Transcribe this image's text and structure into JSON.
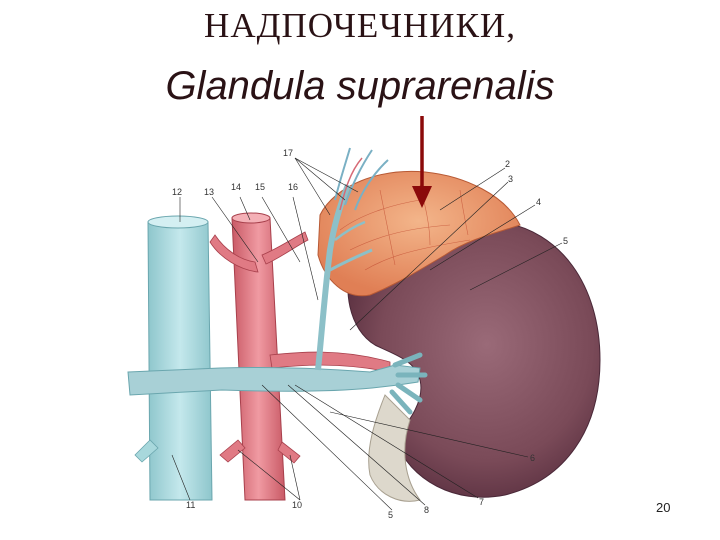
{
  "slide": {
    "title_ru": "НАДПОЧЕЧНИКИ,",
    "title_lat": "Glandula suprarenalis",
    "page_number": "20"
  },
  "colors": {
    "title": "#2a1215",
    "arrow": "#8b0a0a",
    "adrenal_gland": "#e8946a",
    "kidney": "#7a4a58",
    "vena_cava": "#a8d8dc",
    "aorta": "#e07a84",
    "renal_vein": "#a8d0d6",
    "ureter": "#ddd8cc"
  },
  "callouts": [
    "17",
    "2",
    "3",
    "4",
    "5",
    "12",
    "13",
    "14",
    "15",
    "16",
    "6",
    "7",
    "8",
    "5",
    "10",
    "11"
  ]
}
